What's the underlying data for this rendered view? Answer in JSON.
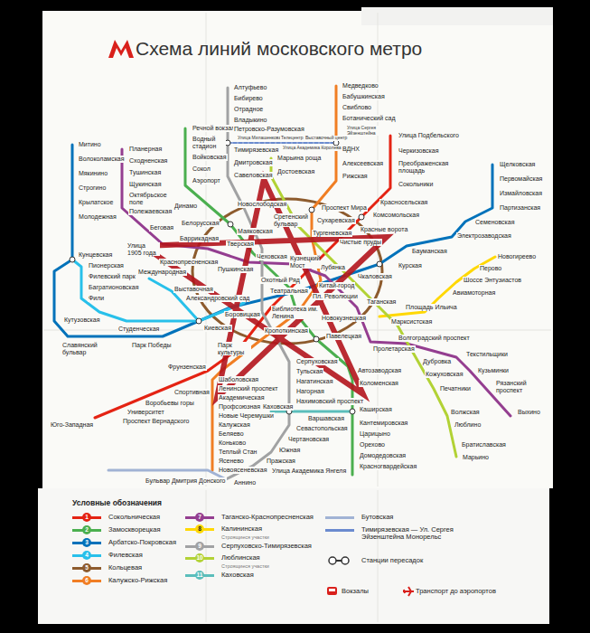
{
  "diagram": {
    "title": "Схема линий московского метро",
    "labels": [
      "Улица Подбельского",
      "Черкизовская",
      "Преображенская площадь",
      "Сокольники",
      "Красносельская",
      "Комсомольская",
      "Красные ворота",
      "Чистые пруды",
      "Лубянка",
      "Охотный Ряд",
      "Библиотека им. Ленина",
      "Кропоткинская",
      "Парк культуры",
      "Фрунзенская",
      "Спортивная",
      "Воробьевы горы",
      "Университет",
      "Проспект Вернадского",
      "Юго-Западная",
      "Речной вокзал",
      "Водный стадион",
      "Войковская",
      "Сокол",
      "Аэропорт",
      "Динамо",
      "Белорусская",
      "Маяковская",
      "Тверская",
      "Театральная",
      "Новокузнецкая",
      "Павелецкая",
      "Автозаводская",
      "Коломенская",
      "Каширская",
      "Кантемировская",
      "Царицыно",
      "Орехово",
      "Домодедовская",
      "Красногвардейская",
      "Щелковская",
      "Первомайская",
      "Измайловская",
      "Партизанская",
      "Семеновская",
      "Электрозаводская",
      "Бауманская",
      "Курская",
      "Пл. Революции",
      "Александровский сад",
      "Киевская",
      "Парк Победы",
      "Славянский бульвар",
      "Кунцевская",
      "Митино",
      "Волоколамская",
      "Мякинино",
      "Строгино",
      "Крылатское",
      "Молодежная",
      "Пионерская",
      "Филевский парк",
      "Багратионовская",
      "Фили",
      "Кутузовская",
      "Студенческая",
      "Выставочная",
      "Международная",
      "Новослободская",
      "Проспект Мира",
      "Краснопресненская",
      "Таганская",
      "Медведково",
      "Бабушкинская",
      "Свиблово",
      "Ботанический сад",
      "ВДНХ",
      "Алексеевская",
      "Рижская",
      "Сухаревская",
      "Тургеневская",
      "Китай-город",
      "Шаболовская",
      "Ленинский проспект",
      "Академическая",
      "Профсоюзная",
      "Новые Черемушки",
      "Калужская",
      "Беляево",
      "Коньково",
      "Теплый Стан",
      "Ясенево",
      "Новоясеневская",
      "Алтуфьево",
      "Бибирево",
      "Отрадное",
      "Владыкино",
      "Петровско-Разумовская",
      "Тимирязевская",
      "Дмитровская",
      "Савеловская",
      "Улица Милашенкова",
      "Телецентр",
      "Улица Академика Королева",
      "Выставочный центр",
      "Улица Сергея Эйзенштейна",
      "Боровицкая",
      "Серпуховская",
      "Тульская",
      "Нагатинская",
      "Нагорная",
      "Нахимовский проспект",
      "Севастопольская",
      "Чертановская",
      "Южная",
      "Пражская",
      "Улица Академика Янгеля",
      "Аннино",
      "Бульвар Дмитрия Донского",
      "Планерная",
      "Сходненская",
      "Тушинская",
      "Щукинская",
      "Октябрьское поле",
      "Полежаевская",
      "Беговая",
      "Улица 1905 года",
      "Баррикадная",
      "Пушкинская",
      "Чеховская",
      "Кузнецкий Мост",
      "Пролетарская",
      "Волгоградский проспект",
      "Текстильщики",
      "Кузьминки",
      "Рязанский проспект",
      "Выхино",
      "Марксистская",
      "Площадь Ильича",
      "Авиамоторная",
      "Шоссе Энтузиастов",
      "Перово",
      "Новогиреево",
      "Марьина роща",
      "Достоевская",
      "Сретенский бульвар",
      "Чкаловская",
      "Дубровка",
      "Кожуховская",
      "Печатники",
      "Волжская",
      "Люблино",
      "Братиславская",
      "Марьино",
      "Варшавская",
      "Каховская",
      "Условные обозначения",
      "1",
      "2",
      "3",
      "4",
      "5",
      "6",
      "7",
      "8",
      "9",
      "10",
      "11",
      "Строящиеся участки",
      "Строящиеся участки"
    ],
    "legend": [
      {
        "text": "Сокольническая",
        "color": "#e42313"
      },
      {
        "text": "Замоскворецкая",
        "color": "#4baf4f"
      },
      {
        "text": "Арбатско-Покровская",
        "color": "#0072ba"
      },
      {
        "text": "Филевская",
        "color": "#28c0ea"
      },
      {
        "text": "Кольцевая",
        "color": "#8d5b2d"
      },
      {
        "text": "Калужско-Рижская",
        "color": "#f07e24"
      },
      {
        "text": "Таганско-Краснопресненская",
        "color": "#943e90"
      },
      {
        "text": "Калининская",
        "color": "#ffd803"
      },
      {
        "text": "Серпуховско-Тимирязевская",
        "color": "#a1a2a3"
      },
      {
        "text": "Люблинская",
        "color": "#b2d235"
      },
      {
        "text": "Каховская",
        "color": "#5bbebb"
      },
      {
        "text": "Бутовская",
        "color": "#a1b3d4"
      },
      {
        "text": "Тимирязевская — Ул. Сергея Эйзенштейна Монорельс",
        "color": "#6b8bcf"
      },
      {
        "text": "Станции пересадок"
      },
      {
        "text": "Вокзалы"
      },
      {
        "text": "Транспорт до аэропортов"
      }
    ]
  }
}
